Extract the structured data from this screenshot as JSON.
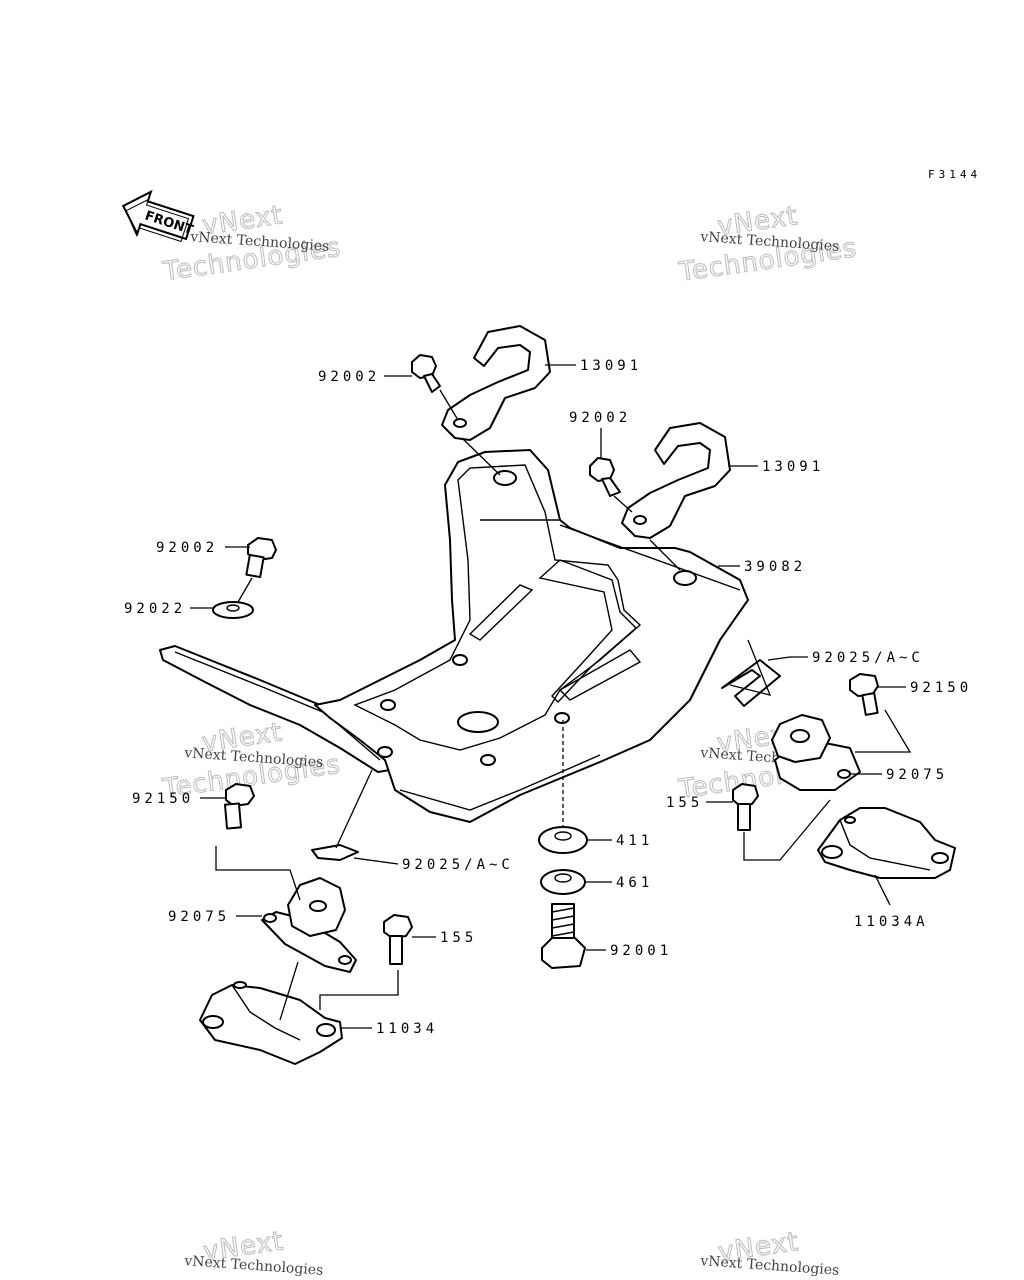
{
  "figure_code": "F3144",
  "front_label": "FRONT",
  "watermark": {
    "line1": "vNext Technologies",
    "line2": "vNext",
    "line3": "Technologies"
  },
  "callouts": {
    "c13091_top": "13091",
    "c13091_right": "13091",
    "c92002_top": "92002",
    "c92002_mid": "92002",
    "c92002_left": "92002",
    "c39082": "39082",
    "c92022": "92022",
    "c92025_right": "92025/A~C",
    "c92025_left": "92025/A~C",
    "c92150_right": "92150",
    "c92150_left": "92150",
    "c92075_right": "92075",
    "c92075_left": "92075",
    "c155_right": "155",
    "c155_left": "155",
    "c11034A": "11034A",
    "c11034": "11034",
    "c411": "411",
    "c461": "461",
    "c92001": "92001"
  }
}
